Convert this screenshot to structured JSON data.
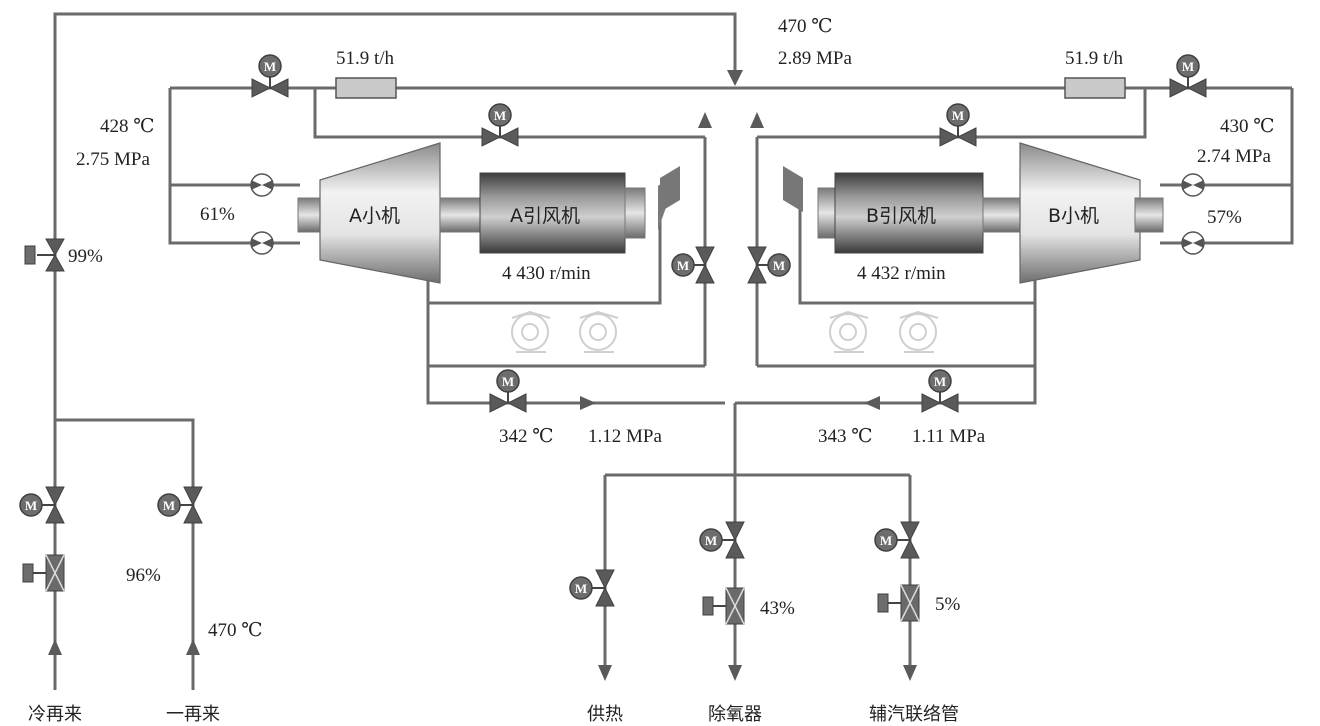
{
  "top_steam": {
    "temp": "470 ℃",
    "pressure": "2.89 MPa"
  },
  "flow_a": "51.9 t/h",
  "flow_b": "51.9 t/h",
  "side_a": {
    "temp": "428 ℃",
    "pressure": "2.75 MPa",
    "opening": "61%"
  },
  "side_b": {
    "temp": "430 ℃",
    "pressure": "2.74 MPa",
    "opening": "57%"
  },
  "left_valve_opening": "99%",
  "machine_a": {
    "turbine": "A小机",
    "fan": "A引风机",
    "speed": "4 430 r/min"
  },
  "machine_b": {
    "turbine": "B小机",
    "fan": "B引风机",
    "speed": "4 432 r/min"
  },
  "exhaust_a": {
    "temp": "342 ℃",
    "pressure": "1.12 MPa"
  },
  "exhaust_b": {
    "temp": "343 ℃",
    "pressure": "1.11 MPa"
  },
  "reheat_valve_opening": "96%",
  "reheat_temp": "470 ℃",
  "deaerator_opening": "43%",
  "aux_opening": "5%",
  "sources": {
    "cold_reheat": "冷再来",
    "hot_reheat": "一再来"
  },
  "outlets": {
    "heating": "供热",
    "deaerator": "除氧器",
    "aux_header": "辅汽联络管"
  },
  "motor_letter": "M"
}
